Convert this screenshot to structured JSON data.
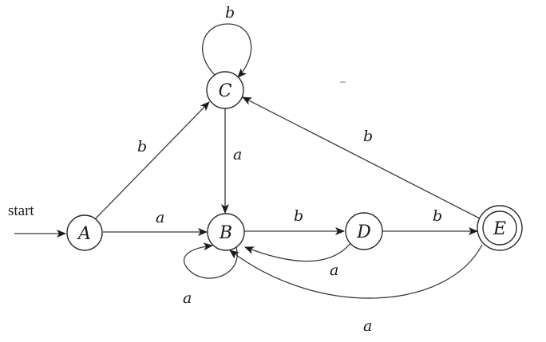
{
  "diagram": {
    "start_label": "start",
    "states": [
      {
        "id": "A",
        "label": "A",
        "accepting": false,
        "start": true
      },
      {
        "id": "B",
        "label": "B",
        "accepting": false,
        "start": false
      },
      {
        "id": "C",
        "label": "C",
        "accepting": false,
        "start": false
      },
      {
        "id": "D",
        "label": "D",
        "accepting": false,
        "start": false
      },
      {
        "id": "E",
        "label": "E",
        "accepting": true,
        "start": false
      }
    ],
    "transitions": [
      {
        "from": "C",
        "to": "C",
        "label": "b"
      },
      {
        "from": "A",
        "to": "C",
        "label": "b"
      },
      {
        "from": "C",
        "to": "B",
        "label": "a"
      },
      {
        "from": "E",
        "to": "C",
        "label": "b"
      },
      {
        "from": "A",
        "to": "B",
        "label": "a"
      },
      {
        "from": "B",
        "to": "D",
        "label": "b"
      },
      {
        "from": "D",
        "to": "E",
        "label": "b"
      },
      {
        "from": "D",
        "to": "B",
        "label": "a"
      },
      {
        "from": "B",
        "to": "B",
        "label": "a"
      },
      {
        "from": "E",
        "to": "B",
        "label": "a"
      }
    ]
  }
}
